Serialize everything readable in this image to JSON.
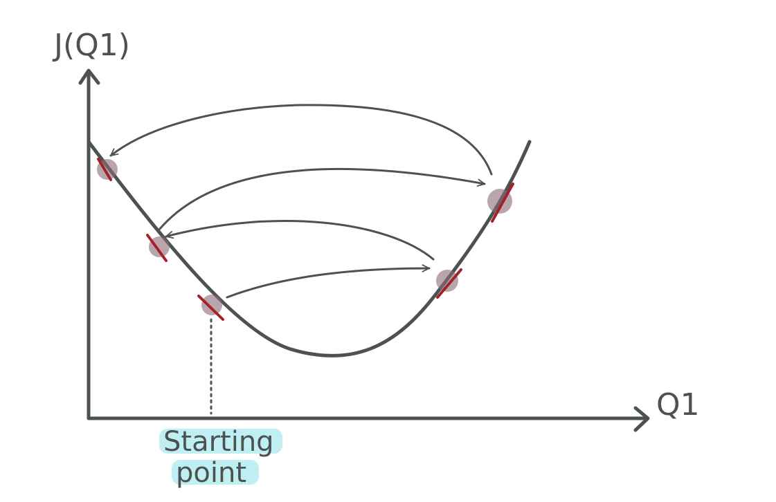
{
  "axes": {
    "y_label": "J(Q1)",
    "x_label": "Q1"
  },
  "annotation": {
    "start_line1": "Starting",
    "start_line2": "point"
  },
  "colors": {
    "ink": "#4b5250",
    "tangent": "#a3212b",
    "dot": "#8a6a76",
    "highlight": "#bfeff3"
  },
  "points": [
    {
      "name": "start",
      "order": 1
    },
    {
      "name": "step-1-right",
      "order": 2
    },
    {
      "name": "step-2-left",
      "order": 3
    },
    {
      "name": "step-3-right",
      "order": 4
    },
    {
      "name": "step-4-left",
      "order": 5
    }
  ]
}
